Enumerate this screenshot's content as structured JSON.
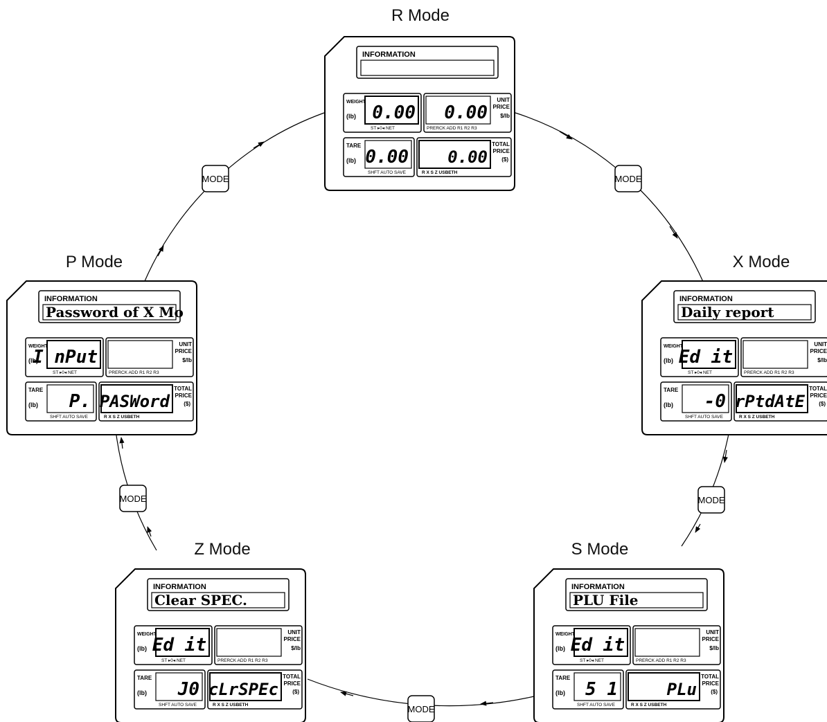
{
  "labels": {
    "information": "INFORMATION",
    "weight": "WEIGHT",
    "lb": "(lb)",
    "tare": "TARE",
    "unit": "UNIT",
    "price": "PRICE",
    "per_lb": "$/lb",
    "total": "TOTAL",
    "dollar": "($)",
    "weight_status": "ST ▸0◂ NET",
    "unit_status": "PRERCK ADD R1 R2 R3",
    "tare_status": "SHFT AUTO SAVE",
    "total_status": "R X S Z USBETH"
  },
  "mode_button": "MODE",
  "modes": [
    {
      "title": "R Mode",
      "info": "",
      "weight": "0.00",
      "unit": "0.00",
      "tare": "0.00",
      "total": "0.00"
    },
    {
      "title": "X Mode",
      "info": "Daily report",
      "weight": "Ed it",
      "unit": "",
      "tare": "-0",
      "total": "rPtdAtE"
    },
    {
      "title": "S Mode",
      "info": "PLU File",
      "weight": "Ed it",
      "unit": "",
      "tare": "5 1",
      "total": "PLu"
    },
    {
      "title": "Z Mode",
      "info": "Clear SPEC.",
      "weight": "Ed it",
      "unit": "",
      "tare": "J0",
      "total": "cLrSPEc"
    },
    {
      "title": "P Mode",
      "info": "Password of X Mo",
      "weight": "I nPut",
      "unit": "",
      "tare": "P.",
      "total": "PASWord"
    }
  ]
}
